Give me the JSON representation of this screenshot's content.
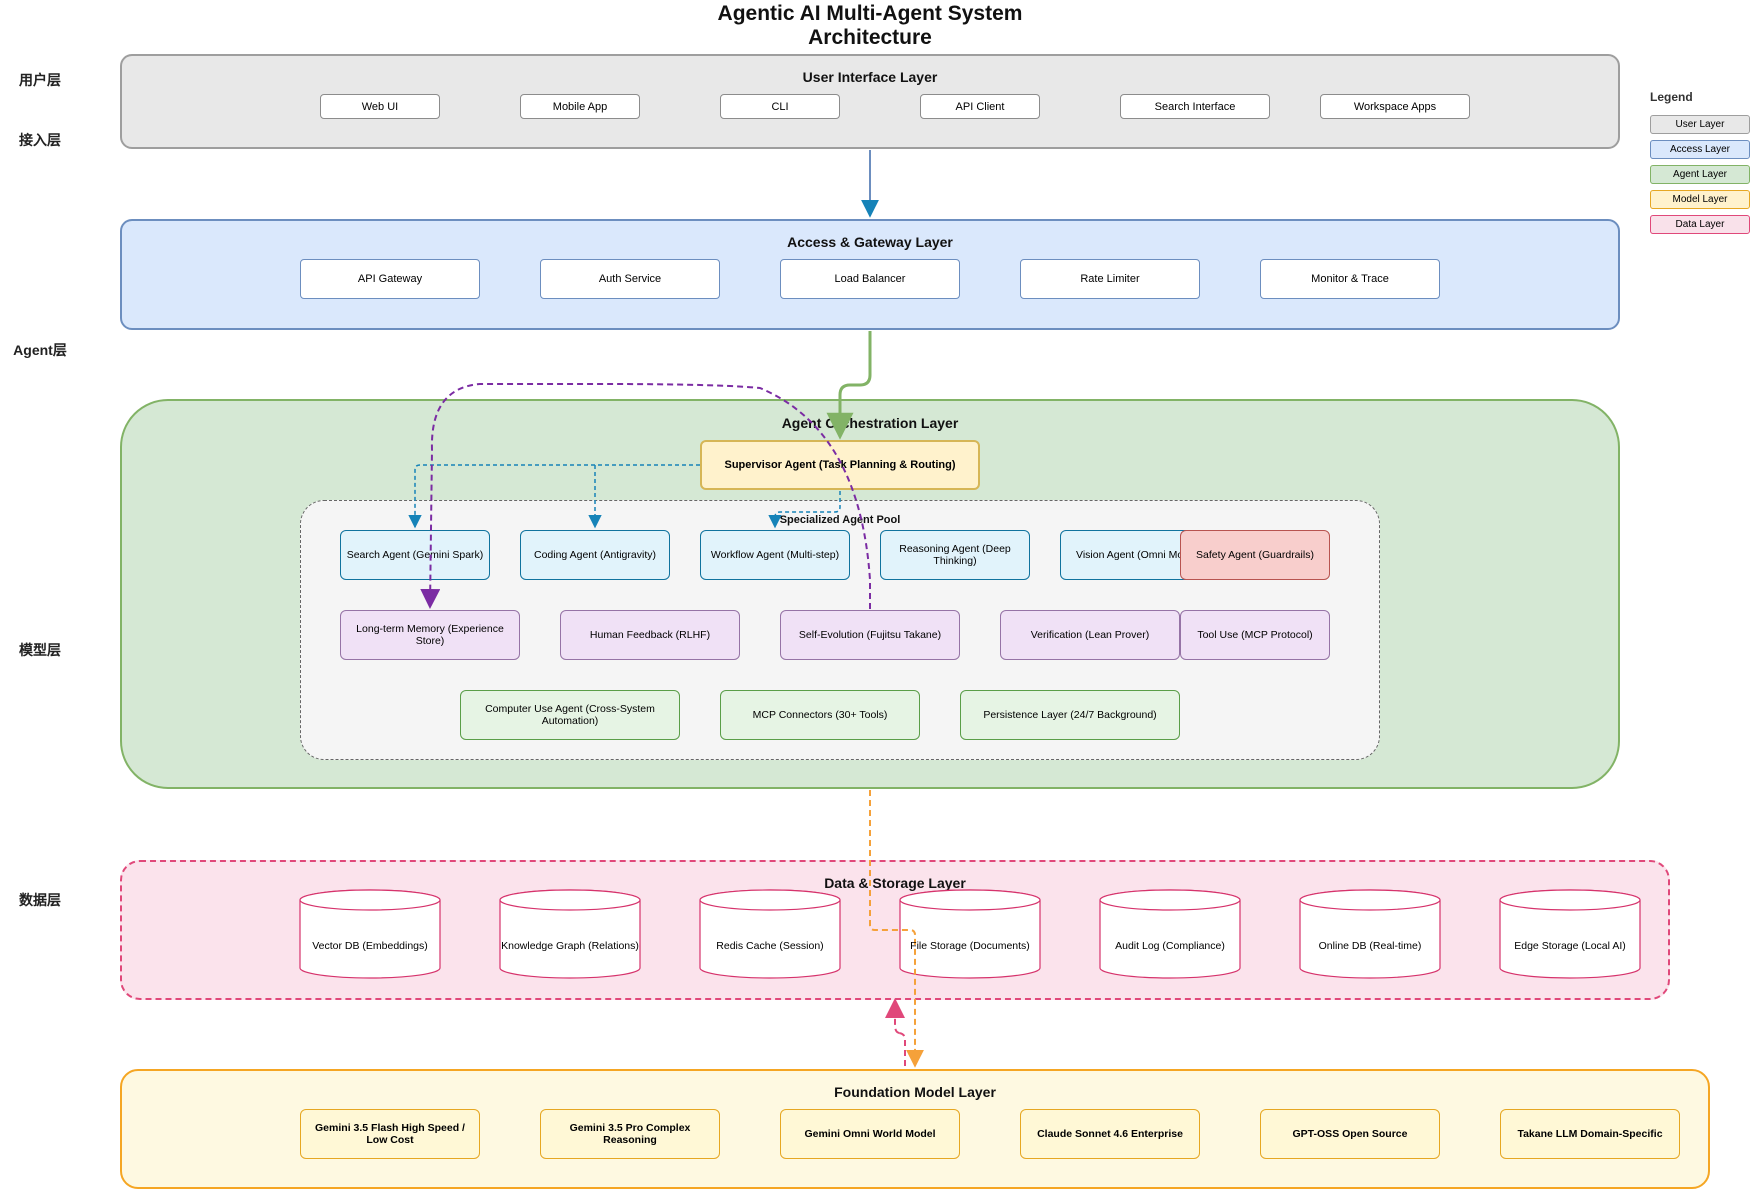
{
  "title_line1": "Agentic AI Multi-Agent System",
  "title_line2": "Architecture",
  "side_labels": {
    "user": "用户层",
    "access": "接入层",
    "agent": "Agent层",
    "model": "模型层",
    "data": "数据层"
  },
  "user_layer": {
    "title": "User Interface Layer",
    "items": [
      "Web UI",
      "Mobile App",
      "CLI",
      "API Client",
      "Search Interface",
      "Workspace Apps"
    ]
  },
  "access_layer": {
    "title": "Access & Gateway Layer",
    "items": [
      "API Gateway",
      "Auth Service",
      "Load Balancer",
      "Rate Limiter",
      "Monitor & Trace"
    ]
  },
  "agent_layer": {
    "title": "Agent Orchestration Layer",
    "supervisor": "Supervisor Agent (Task Planning & Routing)",
    "pool_title": "Specialized Agent Pool",
    "agents_row1": [
      "Search Agent (Gemini Spark)",
      "Coding Agent (Antigravity)",
      "Workflow Agent (Multi-step)",
      "Reasoning Agent (Deep Thinking)",
      "Vision Agent (Omni Model)",
      "Safety Agent (Guardrails)"
    ],
    "agents_row2": [
      "Long-term Memory (Experience Store)",
      "Human Feedback (RLHF)",
      "Self-Evolution (Fujitsu Takane)",
      "Verification (Lean Prover)",
      "Tool Use (MCP Protocol)"
    ],
    "agents_row3": [
      "Computer Use Agent (Cross-System Automation)",
      "MCP Connectors (30+ Tools)",
      "Persistence Layer (24/7 Background)"
    ]
  },
  "data_layer": {
    "title": "Data & Storage Layer",
    "items": [
      "Vector DB (Embeddings)",
      "Knowledge Graph (Relations)",
      "Redis Cache (Session)",
      "File Storage (Documents)",
      "Audit Log (Compliance)",
      "Online DB (Real-time)",
      "Edge Storage (Local AI)"
    ]
  },
  "model_layer": {
    "title": "Foundation Model Layer",
    "items": [
      "Gemini 3.5 Flash High Speed / Low Cost",
      "Gemini 3.5 Pro Complex Reasoning",
      "Gemini Omni World Model",
      "Claude Sonnet 4.6 Enterprise",
      "GPT-OSS Open Source",
      "Takane LLM Domain-Specific"
    ]
  },
  "legend": {
    "title": "Legend",
    "items": [
      {
        "label": "User Layer",
        "fill": "#e8e8e8",
        "stroke": "#9e9e9e"
      },
      {
        "label": "Access Layer",
        "fill": "#dae8fc",
        "stroke": "#6c8ebf"
      },
      {
        "label": "Agent Layer",
        "fill": "#d5e8d4",
        "stroke": "#82b366"
      },
      {
        "label": "Model Layer",
        "fill": "#fff2cc",
        "stroke": "#e6a722"
      },
      {
        "label": "Data Layer",
        "fill": "#f9e1ea",
        "stroke": "#e0487a"
      }
    ]
  },
  "colors": {
    "user_fill": "#e8e8e8",
    "access_fill": "#dae8fc",
    "agent_fill": "#d5e8d4",
    "data_fill": "#fbe3ec",
    "model_fill": "#fef9e1",
    "arrow_blue": "#6c8ebf",
    "arrow_green": "#82b366",
    "arrow_orange": "#f5a13a",
    "arrow_purple": "#7b2ca3",
    "arrow_pink": "#e0487a",
    "arrow_cyan": "#1683b8"
  }
}
